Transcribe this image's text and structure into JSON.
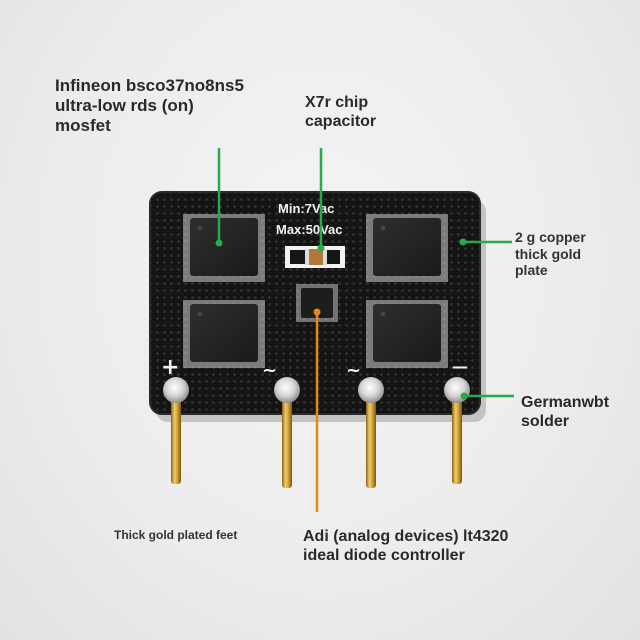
{
  "labels": {
    "mosfet": "Infineon bsco37no8ns5\nultra-low rds (on)\nmosfet",
    "capacitor": "X7r chip\ncapacitor",
    "copper": "2 g copper\nthick gold\nplate",
    "solder": "Germanwbt\nsolder",
    "feet": "Thick gold plated feet",
    "controller": "Adi (analog devices) lt4320\nideal diode controller"
  },
  "board": {
    "rating_min": "Min:7Vac",
    "rating_max": "Max:50Vac",
    "pin_plus": "+",
    "pin_ac1": "~",
    "pin_ac2": "~",
    "pin_minus": "—"
  },
  "colors": {
    "callout_green": "#2aa84a",
    "callout_orange": "#e08a1a",
    "pcb": "#151515",
    "gold": "#d4a63a"
  }
}
